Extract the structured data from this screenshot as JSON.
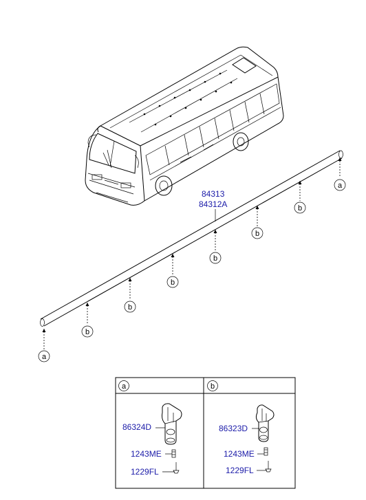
{
  "colors": {
    "part_label": "#1a1aa8",
    "line": "#000000",
    "background": "#ffffff"
  },
  "main_part": {
    "number_1": "84313",
    "number_2": "84312A"
  },
  "callouts": {
    "a": "a",
    "b": "b"
  },
  "detail_a": {
    "letter": "a",
    "bracket": "86324D",
    "bolt": "1243ME",
    "screw": "1229FL"
  },
  "detail_b": {
    "letter": "b",
    "bracket": "86323D",
    "bolt": "1243ME",
    "screw": "1229FL"
  }
}
